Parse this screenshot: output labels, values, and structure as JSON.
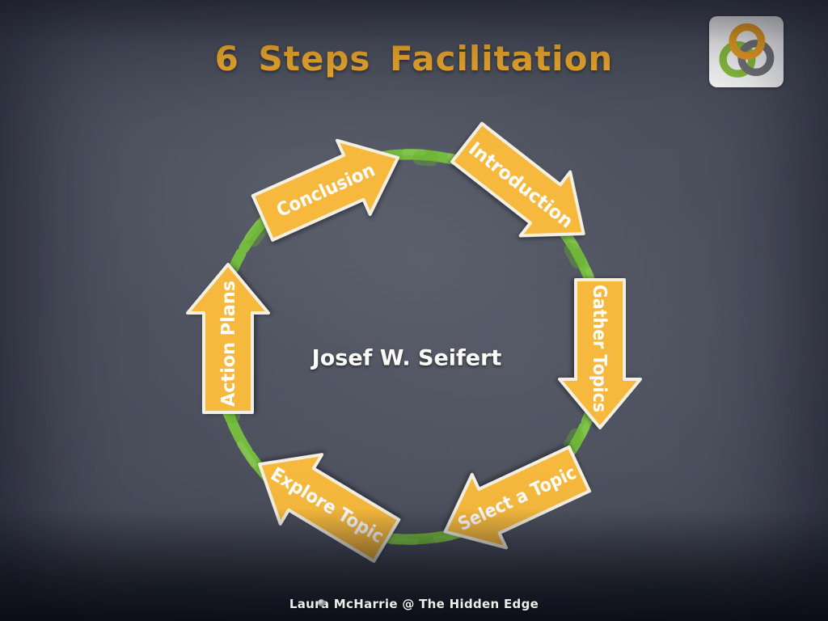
{
  "slide": {
    "title": "6 Steps Facilitation",
    "center_label": "Josef W. Seifert",
    "footer_credit": "Laura McHarrie @ The Hidden Edge"
  },
  "diagram": {
    "type": "cycle",
    "steps": [
      {
        "label": "Introduction",
        "position": "top-right"
      },
      {
        "label": "Gather Topics",
        "position": "right"
      },
      {
        "label": "Select a Topic",
        "position": "bottom-right"
      },
      {
        "label": "Explore Topic",
        "position": "bottom-left"
      },
      {
        "label": "Action Plans",
        "position": "left"
      },
      {
        "label": "Conclusion",
        "position": "top-left"
      }
    ]
  },
  "colors": {
    "title_orange": "#F2AC2E",
    "arrow_fill": "#F6B93E",
    "arrow_border": "#F3F0E3",
    "arrow_text": "#FFFFFF",
    "chalk_green": "#77C13D",
    "chalk_green_light": "#8CCB55",
    "chalk_green_dark": "#64AC2F",
    "center_text": "#FCFCF8",
    "footer_text": "#EDEDEA"
  },
  "logo": {
    "name": "three-interlocking-rings",
    "ring_colors": [
      "#F5A623",
      "#8CC63E",
      "#77787B"
    ]
  }
}
